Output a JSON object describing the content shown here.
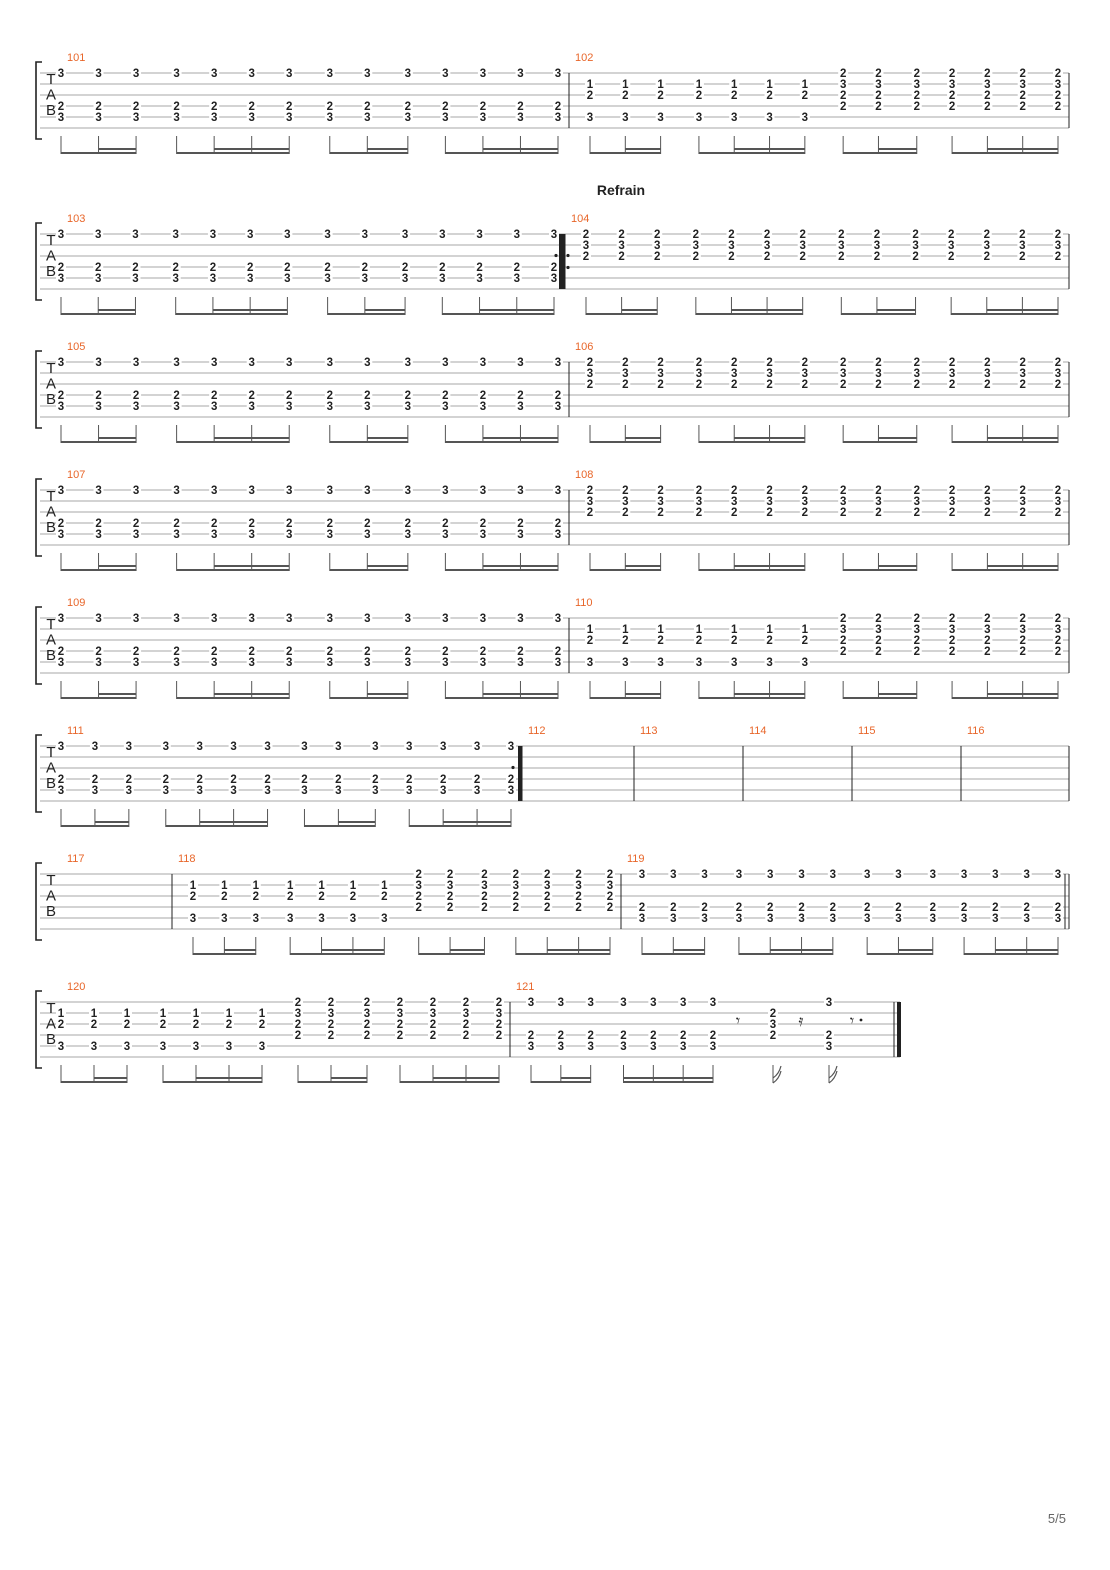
{
  "page": {
    "number": "5/5"
  },
  "colors": {
    "staff": "#a7a7a7",
    "ink": "#222222",
    "measure_number": "#e8662a",
    "beam": "#555555"
  },
  "section": {
    "label": "Refrain"
  },
  "tab_clef": [
    "T",
    "A",
    "B"
  ],
  "patterns": {
    "A": {
      "desc_strings": [
        1,
        4,
        5
      ],
      "beats": [
        [
          "3",
          "2",
          "3"
        ],
        [
          "3",
          "2",
          "3"
        ],
        [
          "3",
          "2",
          "3"
        ],
        [
          "3",
          "2",
          "3"
        ],
        [
          "3",
          "2",
          "3"
        ],
        [
          "3",
          "2",
          "3"
        ],
        [
          "3",
          "2",
          "3"
        ],
        [
          "3",
          "2",
          "3"
        ],
        [
          "3",
          "2",
          "3"
        ],
        [
          "3",
          "2",
          "3"
        ],
        [
          "3",
          "2",
          "3"
        ],
        [
          "3",
          "2",
          "3"
        ],
        [
          "3",
          "2",
          "3"
        ],
        [
          "3",
          "2",
          "3"
        ]
      ]
    },
    "B": {
      "beats": [
        {
          "s": [
            2,
            3,
            5
          ],
          "v": [
            "1",
            "2",
            "3"
          ]
        },
        {
          "s": [
            2,
            3,
            5
          ],
          "v": [
            "1",
            "2",
            "3"
          ]
        },
        {
          "s": [
            2,
            3,
            5
          ],
          "v": [
            "1",
            "2",
            "3"
          ]
        },
        {
          "s": [
            2,
            3,
            5
          ],
          "v": [
            "1",
            "2",
            "3"
          ]
        },
        {
          "s": [
            2,
            3,
            5
          ],
          "v": [
            "1",
            "2",
            "3"
          ]
        },
        {
          "s": [
            2,
            3,
            5
          ],
          "v": [
            "1",
            "2",
            "3"
          ]
        },
        {
          "s": [
            2,
            3,
            5
          ],
          "v": [
            "1",
            "2",
            "3"
          ]
        },
        {
          "s": [
            1,
            2,
            3,
            4
          ],
          "v": [
            "2",
            "3",
            "2",
            "2"
          ]
        },
        {
          "s": [
            1,
            2,
            3,
            4
          ],
          "v": [
            "2",
            "3",
            "2",
            "2"
          ]
        },
        {
          "s": [
            1,
            2,
            3,
            4
          ],
          "v": [
            "2",
            "3",
            "2",
            "2"
          ]
        },
        {
          "s": [
            1,
            2,
            3,
            4
          ],
          "v": [
            "2",
            "3",
            "2",
            "2"
          ]
        },
        {
          "s": [
            1,
            2,
            3,
            4
          ],
          "v": [
            "2",
            "3",
            "2",
            "2"
          ]
        },
        {
          "s": [
            1,
            2,
            3,
            4
          ],
          "v": [
            "2",
            "3",
            "2",
            "2"
          ]
        },
        {
          "s": [
            1,
            2,
            3,
            4
          ],
          "v": [
            "2",
            "3",
            "2",
            "2"
          ]
        }
      ]
    },
    "C": {
      "beats": [
        {
          "s": [
            1,
            2,
            3
          ],
          "v": [
            "2",
            "3",
            "2"
          ]
        },
        {
          "s": [
            1,
            2,
            3
          ],
          "v": [
            "2",
            "3",
            "2"
          ]
        },
        {
          "s": [
            1,
            2,
            3
          ],
          "v": [
            "2",
            "3",
            "2"
          ]
        },
        {
          "s": [
            1,
            2,
            3
          ],
          "v": [
            "2",
            "3",
            "2"
          ]
        },
        {
          "s": [
            1,
            2,
            3
          ],
          "v": [
            "2",
            "3",
            "2"
          ]
        },
        {
          "s": [
            1,
            2,
            3
          ],
          "v": [
            "2",
            "3",
            "2"
          ]
        },
        {
          "s": [
            1,
            2,
            3
          ],
          "v": [
            "2",
            "3",
            "2"
          ]
        },
        {
          "s": [
            1,
            2,
            3
          ],
          "v": [
            "2",
            "3",
            "2"
          ]
        },
        {
          "s": [
            1,
            2,
            3
          ],
          "v": [
            "2",
            "3",
            "2"
          ]
        },
        {
          "s": [
            1,
            2,
            3
          ],
          "v": [
            "2",
            "3",
            "2"
          ]
        },
        {
          "s": [
            1,
            2,
            3
          ],
          "v": [
            "2",
            "3",
            "2"
          ]
        },
        {
          "s": [
            1,
            2,
            3
          ],
          "v": [
            "2",
            "3",
            "2"
          ]
        },
        {
          "s": [
            1,
            2,
            3
          ],
          "v": [
            "2",
            "3",
            "2"
          ]
        },
        {
          "s": [
            1,
            2,
            3
          ],
          "v": [
            "2",
            "3",
            "2"
          ]
        }
      ]
    }
  },
  "systems": [
    {
      "measures": [
        {
          "number": "101",
          "pattern": "A"
        },
        {
          "number": "102",
          "pattern": "B"
        }
      ]
    },
    {
      "measures": [
        {
          "number": "103",
          "pattern": "A",
          "repeat_end": "start-bar"
        },
        {
          "number": "104",
          "pattern": "C",
          "repeat_start": true
        }
      ]
    },
    {
      "measures": [
        {
          "number": "105",
          "pattern": "A"
        },
        {
          "number": "106",
          "pattern": "C"
        }
      ]
    },
    {
      "measures": [
        {
          "number": "107",
          "pattern": "A"
        },
        {
          "number": "108",
          "pattern": "C"
        }
      ]
    },
    {
      "measures": [
        {
          "number": "109",
          "pattern": "A"
        },
        {
          "number": "110",
          "pattern": "B"
        }
      ]
    },
    {
      "measures": [
        {
          "number": "111",
          "pattern": "A",
          "repeat_end": true
        },
        {
          "number": "112",
          "pattern": "empty"
        },
        {
          "number": "113",
          "pattern": "empty"
        },
        {
          "number": "114",
          "pattern": "empty"
        },
        {
          "number": "115",
          "pattern": "empty"
        },
        {
          "number": "116",
          "pattern": "empty"
        }
      ]
    },
    {
      "measures": [
        {
          "number": "117",
          "pattern": "empty"
        },
        {
          "number": "118",
          "pattern": "B"
        },
        {
          "number": "119",
          "pattern": "A",
          "double_bar": true
        }
      ]
    },
    {
      "measures": [
        {
          "number": "120",
          "pattern": "B"
        },
        {
          "number": "121",
          "pattern": "ending",
          "final": true
        }
      ]
    }
  ],
  "ending_measure": {
    "beats": [
      {
        "s": [
          1,
          4,
          5
        ],
        "v": [
          "3",
          "2",
          "3"
        ]
      },
      {
        "s": [
          1,
          4,
          5
        ],
        "v": [
          "3",
          "2",
          "3"
        ]
      },
      {
        "s": [
          1,
          4,
          5
        ],
        "v": [
          "3",
          "2",
          "3"
        ]
      },
      {
        "s": [
          1,
          4,
          5
        ],
        "v": [
          "3",
          "2",
          "3"
        ]
      },
      {
        "s": [
          1,
          4,
          5
        ],
        "v": [
          "3",
          "2",
          "3"
        ]
      },
      {
        "s": [
          1,
          4,
          5
        ],
        "v": [
          "3",
          "2",
          "3"
        ]
      },
      {
        "s": [
          1,
          4,
          5
        ],
        "v": [
          "3",
          "2",
          "3"
        ]
      },
      {
        "s": [
          2,
          3,
          4
        ],
        "v": [
          "2",
          "3",
          "2"
        ]
      },
      {
        "s": [
          1,
          4,
          5
        ],
        "v": [
          "3",
          "2",
          "3"
        ]
      }
    ]
  }
}
